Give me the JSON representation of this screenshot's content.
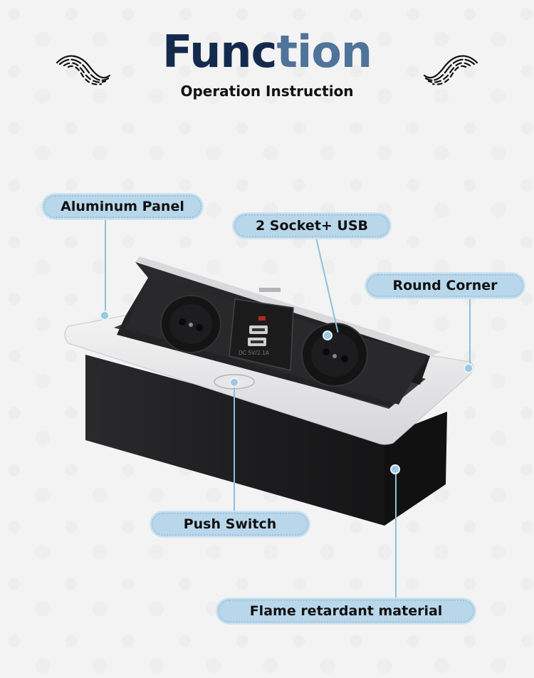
{
  "header": {
    "title_part1": "Func",
    "title_part2": "tion",
    "subtitle": "Operation Instruction",
    "decorations": [
      "wing-flourish-icon",
      "wing-flourish-icon"
    ]
  },
  "product": {
    "usb_module_label": "DC 5V/2.1A",
    "colors": {
      "panel": "#e9e9ea",
      "body": "#1d1d1f",
      "title_dark": "#142a4d",
      "title_light": "#4f7399",
      "label_bg": "#b9d7ea",
      "connector": "#8ec0dc"
    }
  },
  "labels": [
    {
      "id": "aluminum-panel",
      "text": "Aluminum Panel"
    },
    {
      "id": "socket-usb",
      "text": "2 Socket+ USB"
    },
    {
      "id": "round-corner",
      "text": "Round Corner"
    },
    {
      "id": "push-switch",
      "text": "Push Switch"
    },
    {
      "id": "flame-retardant",
      "text": "Flame retardant material"
    }
  ]
}
